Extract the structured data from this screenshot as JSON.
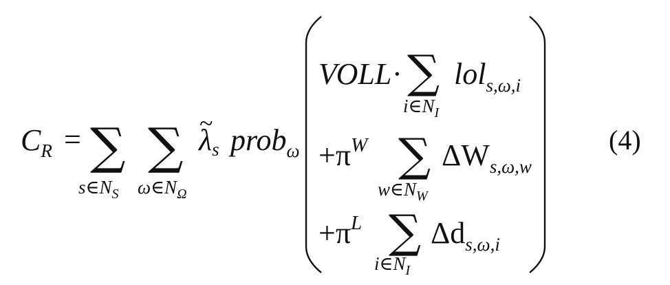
{
  "equation": {
    "lhs": {
      "symbol": "C",
      "subscript": "R"
    },
    "equals": "=",
    "outer_sums": [
      {
        "glyph": "∑",
        "limit": "s∈N",
        "limit_sub": "S"
      },
      {
        "glyph": "∑",
        "limit": "ω∈N",
        "limit_sub": "Ω"
      }
    ],
    "lambda": {
      "symbol": "λ",
      "tilde": "~",
      "subscript": "s"
    },
    "prob": {
      "text": "prob",
      "subscript": "ω"
    },
    "bracket_rows": [
      {
        "coef": "VOLL",
        "op": "·",
        "sum": {
          "glyph": "∑",
          "limit": "i∈N",
          "limit_sub": "I"
        },
        "term": "lol",
        "term_sub": "s,ω,i"
      },
      {
        "coef": "+π",
        "coef_sup": "W",
        "sum": {
          "glyph": "∑",
          "limit": "w∈N",
          "limit_sub": "W"
        },
        "term": "ΔW",
        "term_sub": "s,ω,w"
      },
      {
        "coef": "+π",
        "coef_sup": "L",
        "sum": {
          "glyph": "∑",
          "limit": "i∈N",
          "limit_sub": "I"
        },
        "term": "Δd",
        "term_sub": "s,ω,i"
      }
    ],
    "number": "(4)"
  }
}
